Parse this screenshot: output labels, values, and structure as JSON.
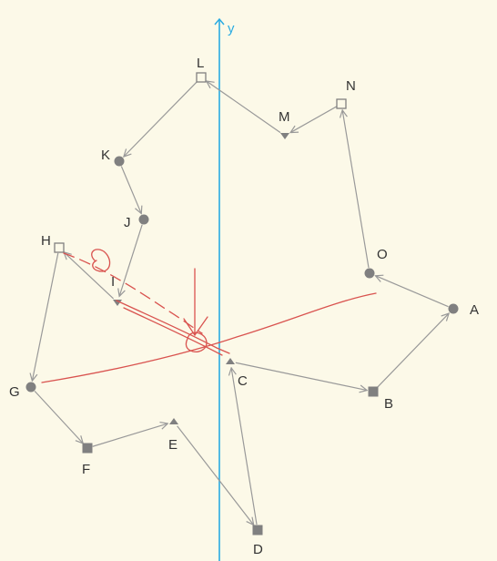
{
  "diagram": {
    "axis": {
      "label": "y",
      "color": "#29abe2"
    },
    "colors": {
      "background": "#fcf9e8",
      "edge": "#999999",
      "node_fill": "#808080",
      "label": "#333333",
      "annotation": "#d9534f"
    },
    "nodes": [
      {
        "id": "A",
        "label": "A",
        "shape": "circle"
      },
      {
        "id": "B",
        "label": "B",
        "shape": "square"
      },
      {
        "id": "C",
        "label": "C",
        "shape": "triangle"
      },
      {
        "id": "D",
        "label": "D",
        "shape": "square"
      },
      {
        "id": "E",
        "label": "E",
        "shape": "triangle"
      },
      {
        "id": "F",
        "label": "F",
        "shape": "square"
      },
      {
        "id": "G",
        "label": "G",
        "shape": "circle"
      },
      {
        "id": "H",
        "label": "H",
        "shape": "open-square"
      },
      {
        "id": "I",
        "label": "I",
        "shape": "triangle-down"
      },
      {
        "id": "J",
        "label": "J",
        "shape": "circle"
      },
      {
        "id": "K",
        "label": "K",
        "shape": "circle"
      },
      {
        "id": "L",
        "label": "L",
        "shape": "open-square"
      },
      {
        "id": "M",
        "label": "M",
        "shape": "triangle-down"
      },
      {
        "id": "N",
        "label": "N",
        "shape": "open-square"
      },
      {
        "id": "O",
        "label": "O",
        "shape": "circle"
      }
    ],
    "edges": [
      {
        "from": "C",
        "to": "B"
      },
      {
        "from": "B",
        "to": "A"
      },
      {
        "from": "A",
        "to": "O"
      },
      {
        "from": "O",
        "to": "N"
      },
      {
        "from": "N",
        "to": "M"
      },
      {
        "from": "M",
        "to": "L"
      },
      {
        "from": "L",
        "to": "K"
      },
      {
        "from": "K",
        "to": "J"
      },
      {
        "from": "J",
        "to": "I"
      },
      {
        "from": "I",
        "to": "H"
      },
      {
        "from": "H",
        "to": "G"
      },
      {
        "from": "G",
        "to": "F"
      },
      {
        "from": "F",
        "to": "E"
      },
      {
        "from": "E",
        "to": "D"
      },
      {
        "from": "D",
        "to": "C"
      }
    ]
  }
}
